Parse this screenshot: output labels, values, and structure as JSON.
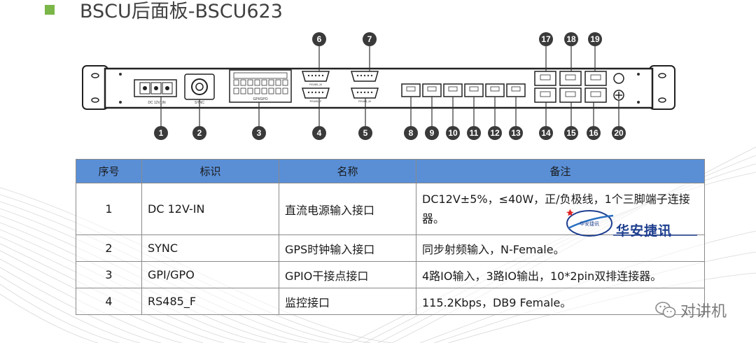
{
  "title": "BSCU后面板-BSCU623",
  "panel": {
    "callouts_top": [
      "6",
      "7",
      "17",
      "18",
      "19"
    ],
    "callouts_bottom": [
      "1",
      "2",
      "3",
      "4",
      "5",
      "8",
      "9",
      "10",
      "11",
      "12",
      "13",
      "14",
      "15",
      "16",
      "20"
    ],
    "port_labels": {
      "dc": "DC 12V_IN",
      "sync": "SYNC",
      "gpio": "GPI/GPO",
      "rs485f": "RS485_F",
      "rs485m": "RS485_M",
      "rs485_top": "RS485_M"
    }
  },
  "table": {
    "headers": [
      "序号",
      "标识",
      "名称",
      "备注"
    ],
    "rows": [
      {
        "no": "1",
        "id": "DC 12V-IN",
        "name": "直流电源输入接口",
        "note": "DC12V±5%，≤40W，正/负极线，1个三脚端子连接器。"
      },
      {
        "no": "2",
        "id": "SYNC",
        "name": "GPS时钟输入接口",
        "note": "同步射频输入，N-Female。"
      },
      {
        "no": "3",
        "id": "GPI/GPO",
        "name": "GPIO干接点接口",
        "note": "4路IO输入，3路IO输出，10*2pin双排连接器。"
      },
      {
        "no": "4",
        "id": "RS485_F",
        "name": "监控接口",
        "note": "115.2Kbps，DB9 Female。"
      }
    ]
  },
  "logo": {
    "text": "华安捷讯",
    "small_text": "华安捷讯"
  },
  "watermark": {
    "text": "对讲机",
    "icon": "wechat-icon"
  },
  "colors": {
    "header_bg": "#5a8fd6",
    "bullet": "#7ab648",
    "logo": "#1e3f8f"
  }
}
